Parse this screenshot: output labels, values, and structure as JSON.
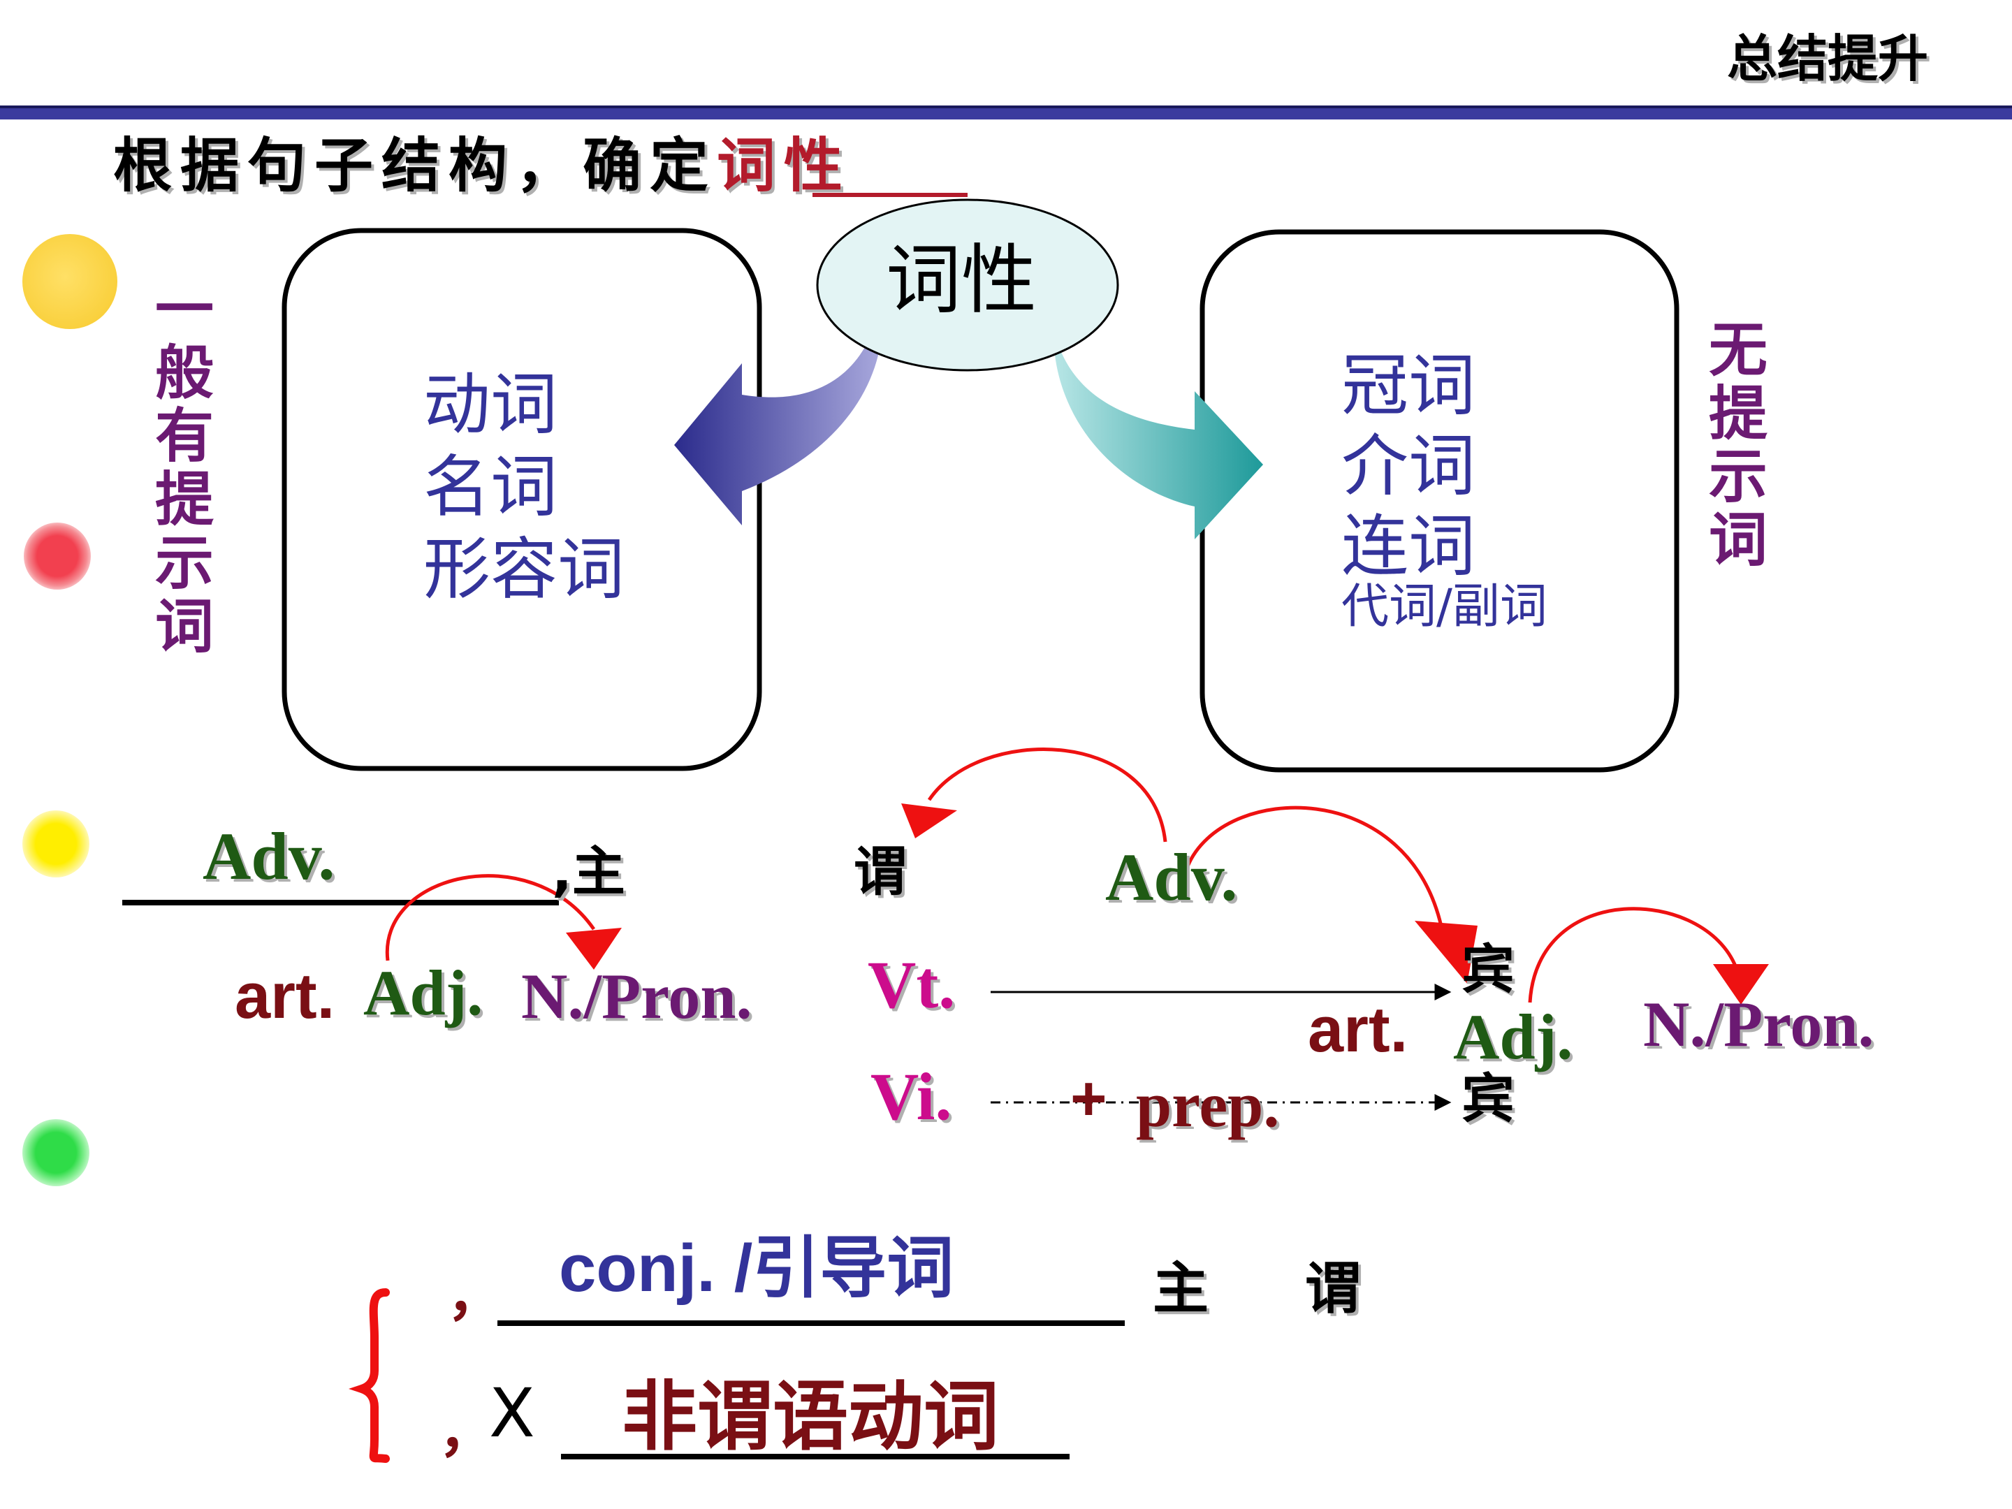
{
  "header": {
    "corner_title": "总结提升"
  },
  "heading": {
    "prefix": "根据句子结构，确定",
    "highlight": "词性"
  },
  "center_ellipse": {
    "label": "词性"
  },
  "left_side": {
    "vertical_label": [
      "一",
      "般",
      "有",
      "提",
      "示",
      "词"
    ],
    "box_items": [
      "动词",
      "名词",
      "形容词"
    ]
  },
  "right_side": {
    "vertical_label": [
      "无",
      "提",
      "示",
      "词"
    ],
    "box_items": [
      "冠词",
      "介词",
      "连词"
    ],
    "box_extra": "代词/副词"
  },
  "structure": {
    "adv_left": "Adv.",
    "subject_mark": ",主",
    "predicate_mark": "谓",
    "adv_right": "Adv.",
    "art_left": "art.",
    "adj_left": "Adj.",
    "noun_left": "N./Pron.",
    "vt": "Vt.",
    "vi": "Vi.",
    "plus": "+",
    "prep": "prep.",
    "object_1": "宾",
    "object_2": "宾",
    "art_right": "art.",
    "adj_right": "Adj.",
    "noun_right": "N./Pron."
  },
  "clauses": {
    "comma_1": "，",
    "conj_label": "conj. /引导词",
    "subject_mark": "主",
    "predicate_mark": "谓",
    "comma_2": "，",
    "x_mark": "X",
    "nonfinite_label": "非谓语动词"
  },
  "colors": {
    "header_bar": "#3b3b9e",
    "purple": "#6b1a72",
    "blue_text": "#33339a",
    "dark_green": "#1f5a14",
    "dark_red": "#7a0f14",
    "magenta": "#cc0c8c",
    "red": "#ee1111",
    "bullet_yellow": "#ffd94a",
    "bullet_red": "#f24a5a",
    "bullet_lemon": "#ffee00",
    "bullet_green": "#36e04e"
  }
}
